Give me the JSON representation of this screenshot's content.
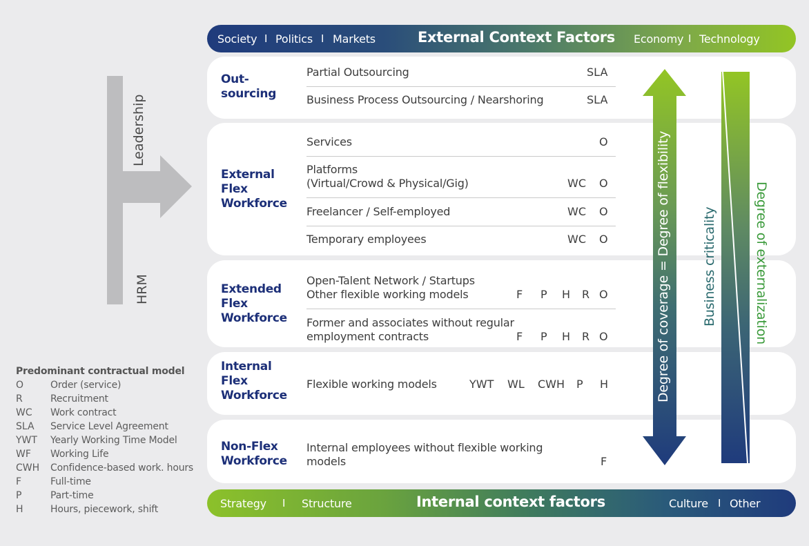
{
  "external_context": {
    "title": "External Context Factors",
    "left_items": [
      "Society",
      "Politics",
      "Markets"
    ],
    "right_items": [
      "Economy",
      "Technology"
    ],
    "separator": "I"
  },
  "internal_context": {
    "title": "Internal context factors",
    "left_items": [
      "Strategy",
      "Structure"
    ],
    "right_items": [
      "Culture",
      "Other"
    ],
    "separator": "I"
  },
  "left_axis": {
    "top_label": "Leadership",
    "bottom_label": "HRM"
  },
  "categories": [
    {
      "label_lines": [
        "Out-",
        "sourcing"
      ],
      "rows": [
        {
          "text": [
            "Partial Outsourcing"
          ],
          "codes": [
            "SLA"
          ]
        },
        {
          "text": [
            "Business Process Outsourcing / Nearshoring"
          ],
          "codes": [
            "SLA"
          ]
        }
      ]
    },
    {
      "label_lines": [
        "External",
        "Flex",
        "Workforce"
      ],
      "rows": [
        {
          "text": [
            "Services"
          ],
          "codes": [
            "O"
          ]
        },
        {
          "text": [
            "Platforms",
            "(Virtual/Crowd & Physical/Gig)"
          ],
          "codes": [
            "WC",
            "O"
          ]
        },
        {
          "text": [
            "Freelancer / Self-employed"
          ],
          "codes": [
            "WC",
            "O"
          ]
        },
        {
          "text": [
            "Temporary employees"
          ],
          "codes": [
            "WC",
            "O"
          ]
        }
      ]
    },
    {
      "label_lines": [
        "Extended",
        "Flex",
        "Workforce"
      ],
      "rows": [
        {
          "text": [
            "Open-Talent Network / Startups",
            "Other flexible working models"
          ],
          "codes": [
            "F",
            "P",
            "H",
            "R",
            "O"
          ]
        },
        {
          "text": [
            "Former and associates without regular",
            "employment contracts"
          ],
          "codes": [
            "F",
            "P",
            "H",
            "R",
            "O"
          ]
        }
      ]
    },
    {
      "label_lines": [
        "Internal",
        "Flex",
        "Workforce"
      ],
      "rows": [
        {
          "text": [
            "Flexible working models"
          ],
          "codes": [
            "YWT",
            "WL",
            "CWH",
            "P",
            "H"
          ]
        }
      ]
    },
    {
      "label_lines": [
        "Non-Flex",
        "Workforce"
      ],
      "rows": [
        {
          "text": [
            "Internal employees without flexible working",
            "models"
          ],
          "codes": [
            "F"
          ]
        }
      ]
    }
  ],
  "right_axes": {
    "coverage_arrow_label": "Degree of coverage = Degree of flexibility",
    "business_criticality_label": "Business criticality",
    "externalization_label": "Degree of externalization"
  },
  "legend": {
    "title": "Predominant contractual model",
    "entries": [
      {
        "abbr": "O",
        "desc": "Order (service)"
      },
      {
        "abbr": "R",
        "desc": "Recruitment"
      },
      {
        "abbr": "WC",
        "desc": "Work contract"
      },
      {
        "abbr": "SLA",
        "desc": "Service Level Agreement"
      },
      {
        "abbr": "YWT",
        "desc": "Yearly Working Time Model"
      },
      {
        "abbr": "WF",
        "desc": "Working Life"
      },
      {
        "abbr": "CWH",
        "desc": "Confidence-based work. hours"
      },
      {
        "abbr": "F",
        "desc": "Full-time"
      },
      {
        "abbr": "P",
        "desc": "Part-time"
      },
      {
        "abbr": "H",
        "desc": "Hours, piecework, shift"
      }
    ]
  },
  "colors": {
    "navy": "#1c2f78",
    "lime": "#93c524",
    "teal_text": "#2b6a6a",
    "green_text": "#3a9a3a",
    "gray_arrow": "#bdbdbf",
    "background": "#ebebed"
  }
}
